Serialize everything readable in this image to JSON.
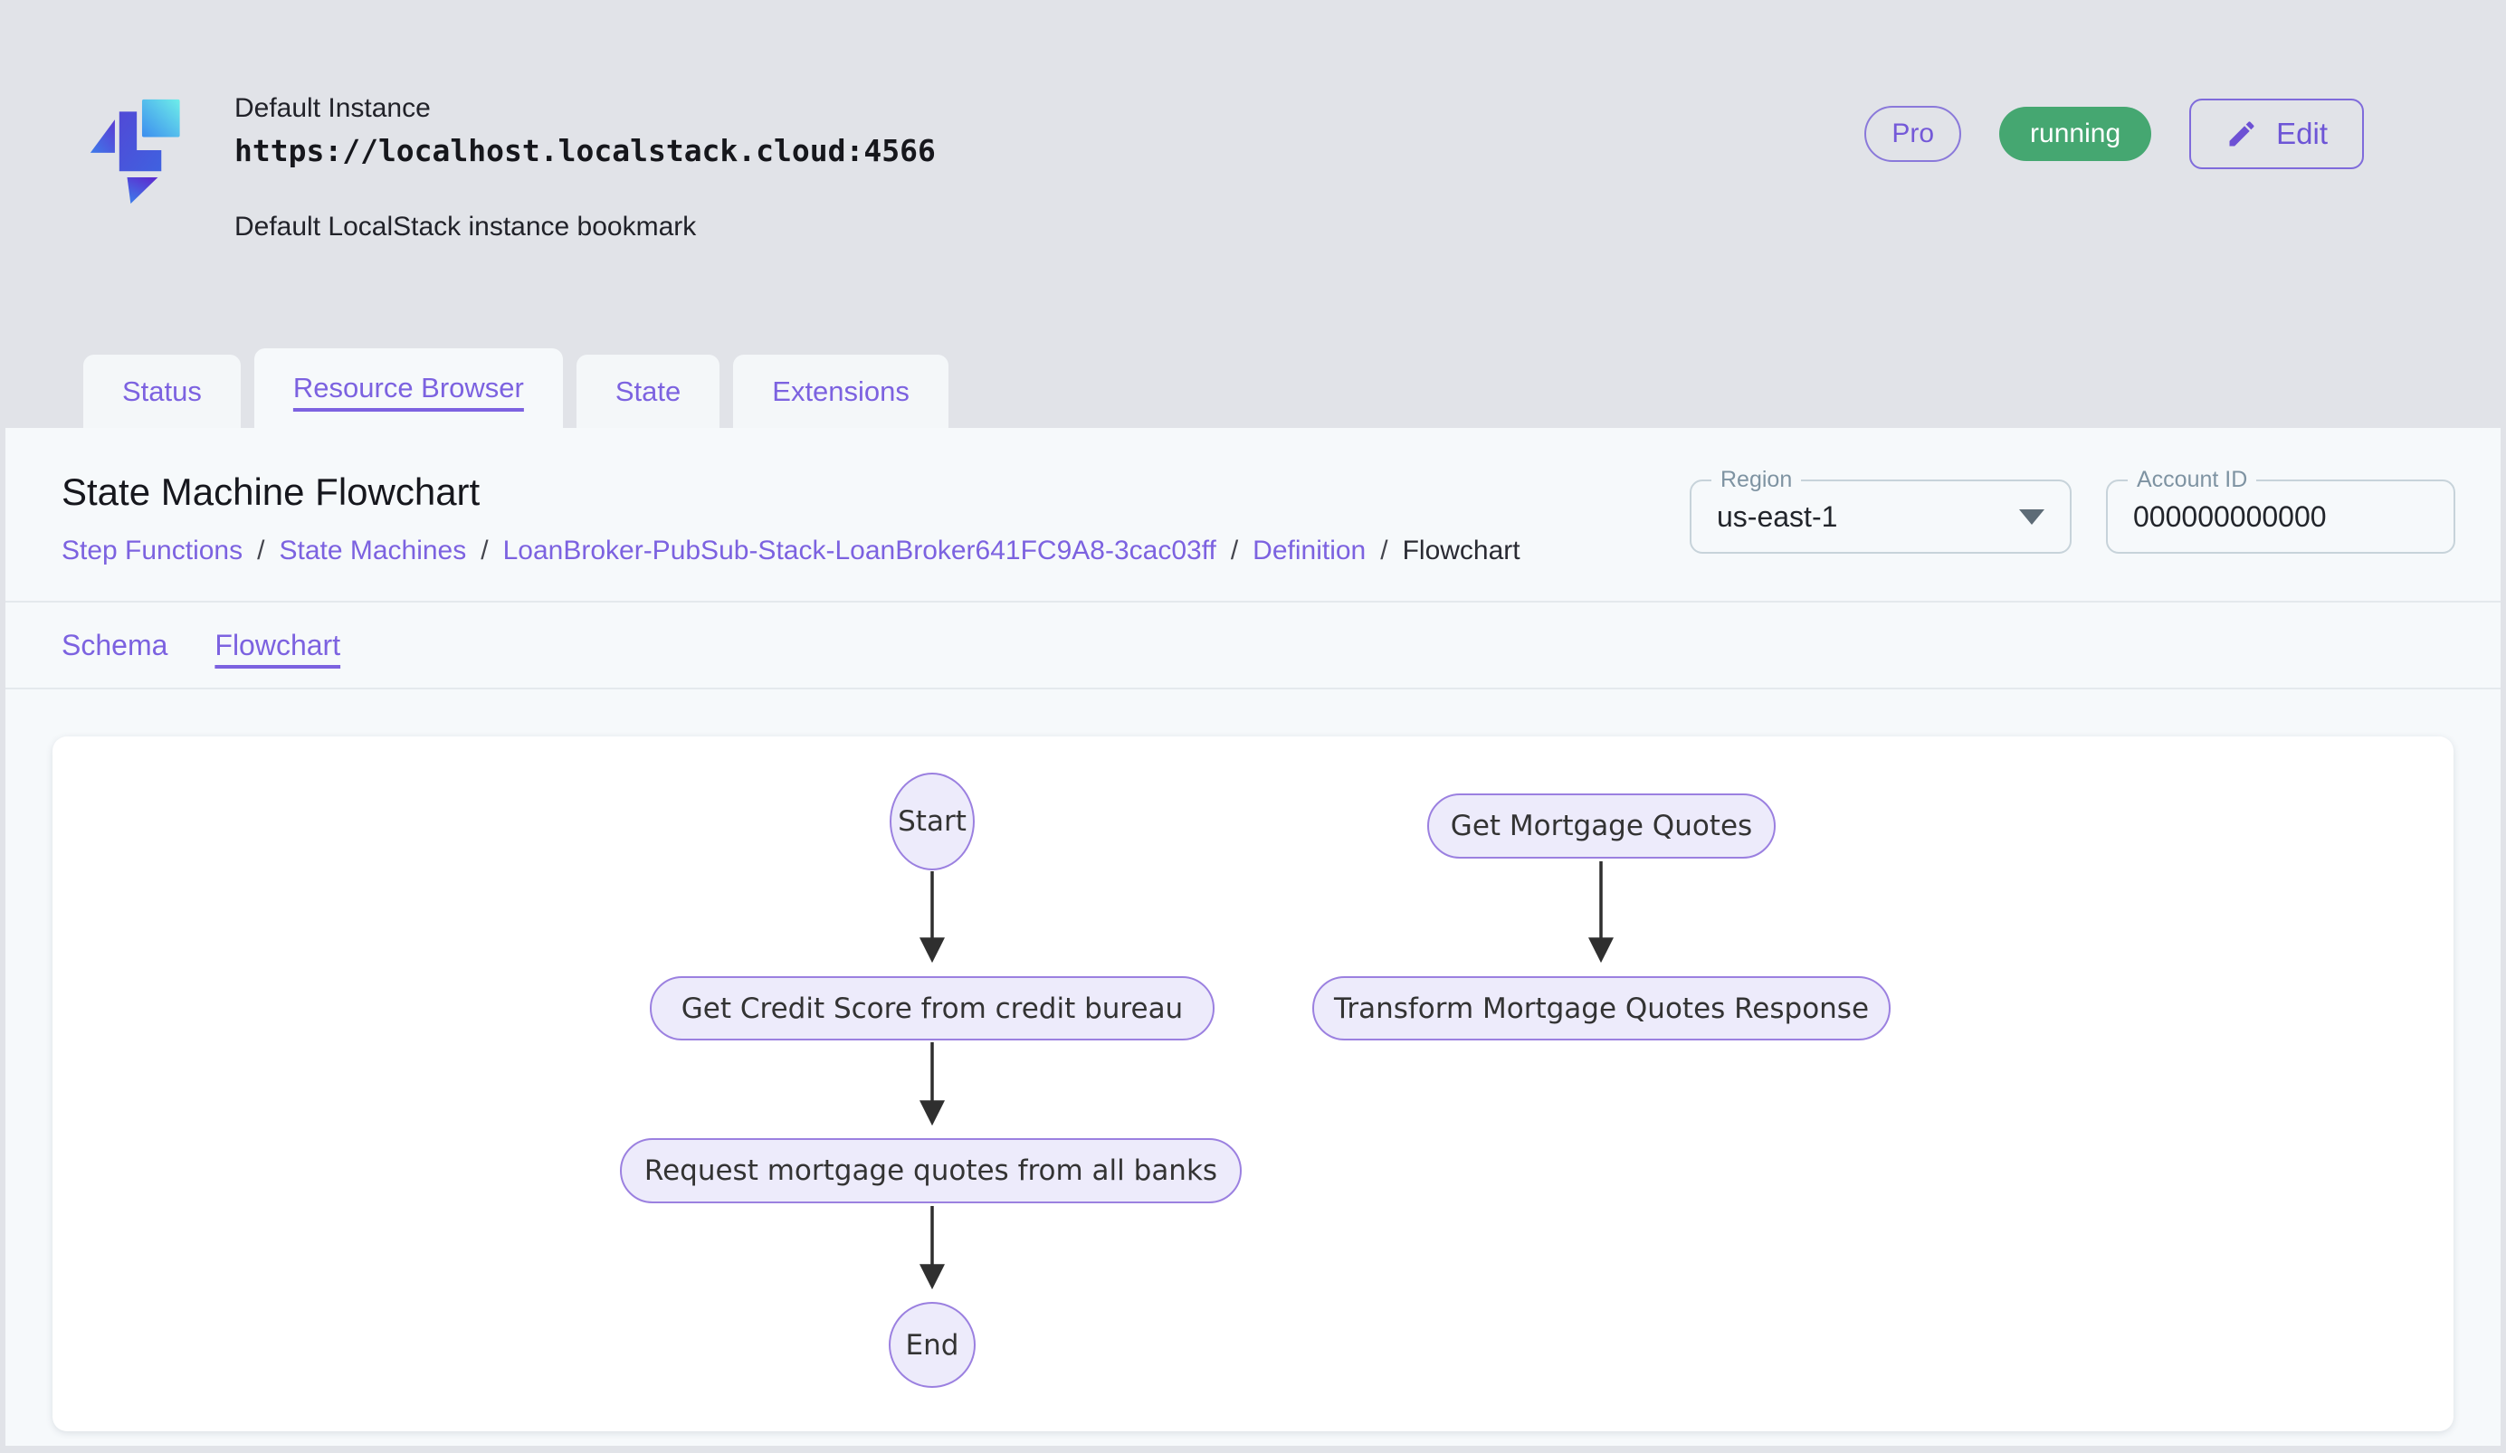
{
  "header": {
    "instance_name": "Default Instance",
    "instance_url": "https://localhost.localstack.cloud:4566",
    "instance_description": "Default LocalStack instance bookmark",
    "pro_badge": "Pro",
    "status_badge": "running",
    "edit_button": "Edit"
  },
  "tabs": [
    {
      "label": "Status",
      "active": false
    },
    {
      "label": "Resource Browser",
      "active": true
    },
    {
      "label": "State",
      "active": false
    },
    {
      "label": "Extensions",
      "active": false
    }
  ],
  "page": {
    "title": "State Machine Flowchart",
    "breadcrumbs": [
      "Step Functions",
      "State Machines",
      "LoanBroker-PubSub-Stack-LoanBroker641FC9A8-3cac03ff",
      "Definition",
      "Flowchart"
    ],
    "breadcrumb_separator": "/",
    "region_label": "Region",
    "region_value": "us-east-1",
    "account_label": "Account ID",
    "account_value": "000000000000",
    "subtabs": [
      {
        "label": "Schema",
        "active": false
      },
      {
        "label": "Flowchart",
        "active": true
      }
    ]
  },
  "flowchart": {
    "nodes": [
      {
        "id": "start",
        "label": "Start",
        "shape": "ellipse"
      },
      {
        "id": "get-credit-score",
        "label": "Get Credit Score from credit bureau",
        "shape": "pill"
      },
      {
        "id": "request-quotes",
        "label": "Request mortgage quotes from all banks",
        "shape": "pill"
      },
      {
        "id": "end",
        "label": "End",
        "shape": "ellipse"
      },
      {
        "id": "get-mortgage-quotes",
        "label": "Get Mortgage Quotes",
        "shape": "pill"
      },
      {
        "id": "transform-response",
        "label": "Transform Mortgage Quotes Response",
        "shape": "pill"
      }
    ],
    "edges": [
      {
        "from": "start",
        "to": "get-credit-score"
      },
      {
        "from": "get-credit-score",
        "to": "request-quotes"
      },
      {
        "from": "request-quotes",
        "to": "end"
      },
      {
        "from": "get-mortgage-quotes",
        "to": "transform-response"
      }
    ]
  },
  "colors": {
    "accent_purple": "#7C62E0",
    "running_green": "#45A771",
    "node_fill": "#EDEBFB",
    "node_border": "#9B80E0",
    "top_background": "#E1E3E8",
    "panel_background": "#F6F9FB"
  }
}
